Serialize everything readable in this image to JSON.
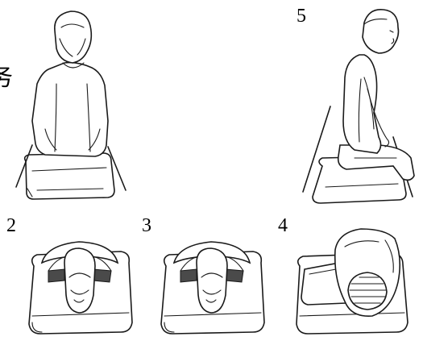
{
  "panels": [
    {
      "id": "p1",
      "number": ""
    },
    {
      "id": "p5",
      "number": "5"
    },
    {
      "id": "p2",
      "number": "2"
    },
    {
      "id": "p3",
      "number": "3"
    },
    {
      "id": "p4",
      "number": "4"
    }
  ],
  "partial_glyph": "务"
}
